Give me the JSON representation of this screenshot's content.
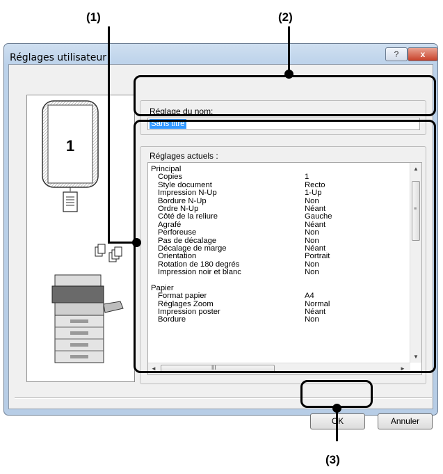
{
  "callouts": {
    "c1": "(1)",
    "c2": "(2)",
    "c3": "(3)"
  },
  "dialog": {
    "title": "Réglages utilisateur",
    "help_label": "?",
    "close_label": "x"
  },
  "preview": {
    "page_number": "1"
  },
  "name_field": {
    "label": "Réglage du nom:",
    "value": "Sans titre"
  },
  "current_settings": {
    "label": "Réglages actuels :",
    "rows": [
      {
        "k": "Principal",
        "v": ""
      },
      {
        "k": "Copies",
        "v": "1"
      },
      {
        "k": "Style document",
        "v": "Recto"
      },
      {
        "k": "Impression N-Up",
        "v": "1-Up"
      },
      {
        "k": "Bordure N-Up",
        "v": "Non"
      },
      {
        "k": "Ordre N-Up",
        "v": "Néant"
      },
      {
        "k": "Côté de la reliure",
        "v": "Gauche"
      },
      {
        "k": "Agrafé",
        "v": "Néant"
      },
      {
        "k": "Perforeuse",
        "v": "Non"
      },
      {
        "k": "Pas de décalage",
        "v": "Non"
      },
      {
        "k": "Décalage de marge",
        "v": "Néant"
      },
      {
        "k": "Orientation",
        "v": "Portrait"
      },
      {
        "k": "Rotation de 180 degrés",
        "v": "Non"
      },
      {
        "k": "Impression noir et blanc",
        "v": "Non"
      },
      {
        "k": "",
        "v": ""
      },
      {
        "k": "Papier",
        "v": ""
      },
      {
        "k": "Format papier",
        "v": "A4"
      },
      {
        "k": "Réglages Zoom",
        "v": "Normal"
      },
      {
        "k": "Impression poster",
        "v": "Néant"
      },
      {
        "k": "Bordure",
        "v": "Non"
      }
    ],
    "hscroll_grip": "III"
  },
  "buttons": {
    "ok": "OK",
    "cancel": "Annuler"
  }
}
